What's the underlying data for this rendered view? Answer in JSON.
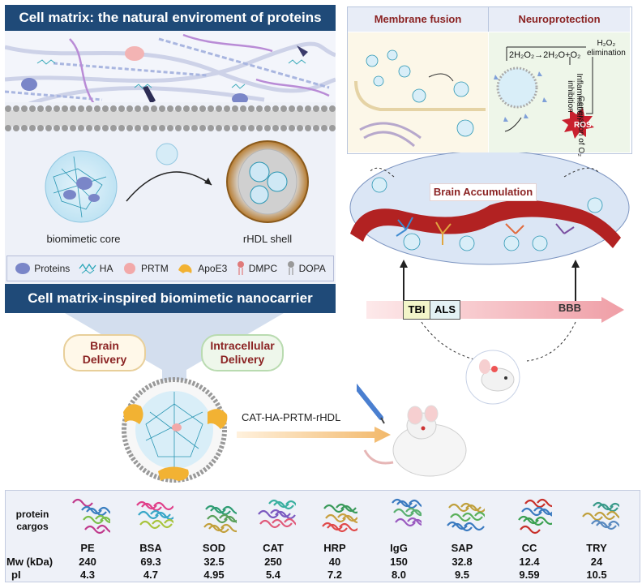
{
  "left": {
    "top_title": "Cell matrix: the natural enviroment of proteins",
    "core_label": "biomimetic core",
    "shell_label": "rHDL shell",
    "bottom_title": "Cell matrix-inspired biomimetic nanocarrier",
    "legend": [
      {
        "label": "Proteins",
        "icon": "protein-icon",
        "color": "#7a86c8"
      },
      {
        "label": "HA",
        "icon": "ha-icon",
        "color": "#2aa6b8"
      },
      {
        "label": "PRTM",
        "icon": "prtm-icon",
        "color": "#f2a9a9"
      },
      {
        "label": "ApoE3",
        "icon": "apoe3-icon",
        "color": "#f2b233"
      },
      {
        "label": "DMPC",
        "icon": "dmpc-icon",
        "color": "#e07a7a"
      },
      {
        "label": "DOPA",
        "icon": "dopa-icon",
        "color": "#999999"
      }
    ]
  },
  "delivery": {
    "brain": "Brain\nDelivery",
    "intracellular": "Intracellular\nDelivery"
  },
  "formulation_label": "CAT-HA-PRTM-rHDL",
  "right": {
    "membrane_fusion": "Membrane fusion",
    "neuroprotection": "Neuroprotection",
    "reaction_left": "2H",
    "reaction": "2H₂O₂→2H₂O+O₂",
    "h2o2_elim": "H₂O₂\nelimination",
    "generation": "Generation of O₂",
    "inflammation": "Inflammation\ninhibition",
    "ros": "ROS",
    "brain_accumulation": "Brain Accumulation",
    "arrow_labels": [
      "TBI",
      "ALS",
      "BBB"
    ]
  },
  "table": {
    "row_header_1": "protein\ncargos",
    "row_header_mw": "Mw (kDa)",
    "row_header_pi": "pI",
    "proteins": [
      {
        "name": "PE",
        "mw": "240",
        "pi": "4.3"
      },
      {
        "name": "BSA",
        "mw": "69.3",
        "pi": "4.7"
      },
      {
        "name": "SOD",
        "mw": "32.5",
        "pi": "4.95"
      },
      {
        "name": "CAT",
        "mw": "250",
        "pi": "5.4"
      },
      {
        "name": "HRP",
        "mw": "40",
        "pi": "7.2"
      },
      {
        "name": "IgG",
        "mw": "150",
        "pi": "8.0"
      },
      {
        "name": "SAP",
        "mw": "32.8",
        "pi": "9.5"
      },
      {
        "name": "CC",
        "mw": "12.4",
        "pi": "9.59"
      },
      {
        "name": "TRY",
        "mw": "24",
        "pi": "10.5"
      }
    ]
  }
}
